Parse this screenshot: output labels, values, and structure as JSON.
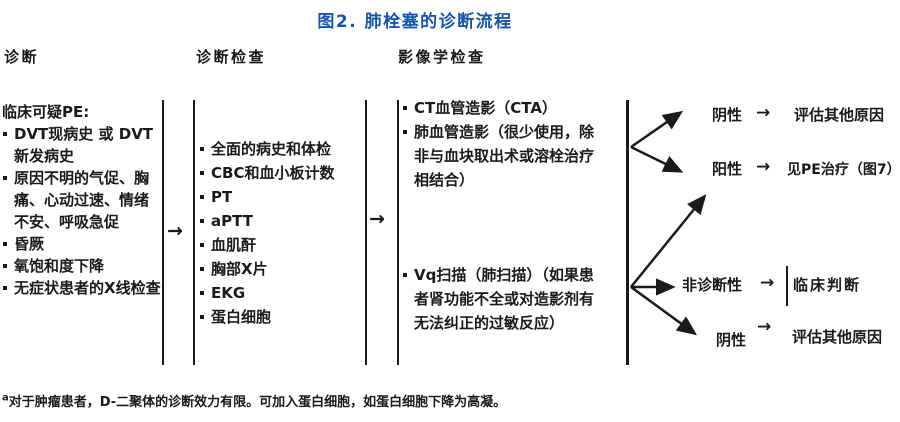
{
  "title": "图2. 肺栓塞的诊断流程",
  "colors": {
    "title_blue": "#1656a8",
    "ink": "#1a1a1a",
    "background": "#ffffff"
  },
  "flow_arrow": "→",
  "columns": {
    "diagnosis": {
      "header": "诊断",
      "intro": "临床可疑PE:",
      "items": [
        "DVT现病史 或 DVT新发病史",
        "原因不明的气促、胸痛、心动过速、情绪不安、呼吸急促",
        "昏厥",
        "氧饱和度下降",
        "无症状患者的X线检查"
      ]
    },
    "tests": {
      "header": "诊断检查",
      "items": [
        "全面的病史和体检",
        "CBC和血小板计数",
        "PT",
        "aPTT",
        "血肌酐",
        "胸部X片",
        "EKG",
        "蛋白细胞"
      ]
    },
    "imaging": {
      "header": "影像学检查",
      "group_a": [
        "CT血管造影（CTA）",
        "肺血管造影（很少使用，除非与血块取出术或溶栓治疗相结合）"
      ],
      "group_b": [
        "Vq扫描（肺扫描）（如果患者肾功能不全或对造影剂有无法纠正的过敏反应）"
      ]
    }
  },
  "outcomes": [
    {
      "result": "阴性",
      "arrow": "→",
      "action": "评估其他原因"
    },
    {
      "result": "阳性",
      "arrow": "→",
      "action": "见PE治疗（图7）"
    },
    {
      "result": "非诊断性",
      "arrow": "→",
      "action": "临床判断"
    },
    {
      "result": "阴性",
      "arrow": "→",
      "action": "评估其他原因"
    }
  ],
  "footnote": {
    "marker": "a",
    "text": "对于肿瘤患者，D-二聚体的诊断效力有限。可加入蛋白细胞，如蛋白细胞下降为高凝。"
  }
}
